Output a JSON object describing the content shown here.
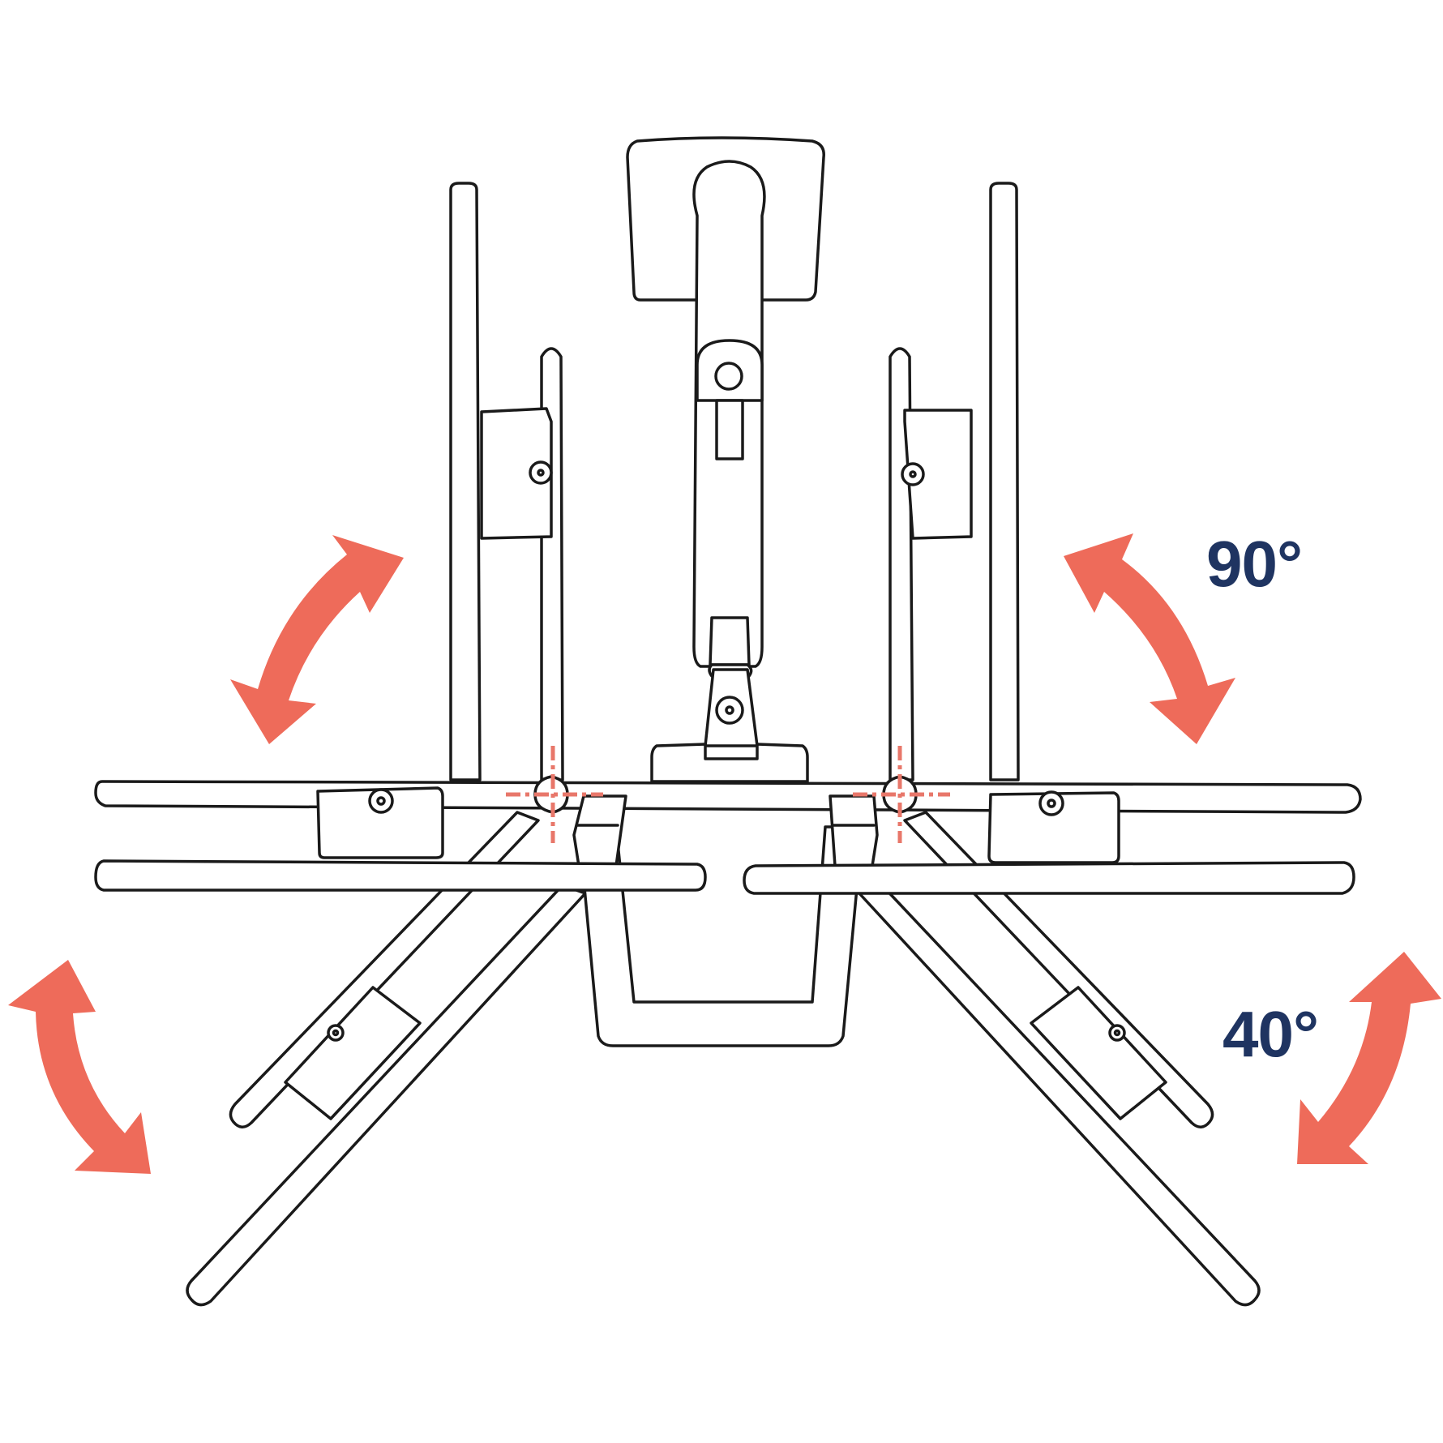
{
  "labels": {
    "pan_angle": "90°",
    "tilt_angle": "40°"
  },
  "colors": {
    "arrow": "#EE6B5A",
    "text": "#1F3461",
    "pivot_marker": "#E8776A",
    "line": "#1a1a1a"
  },
  "icons": {
    "arrows": [
      "double-headed-curved-arrow"
    ]
  }
}
